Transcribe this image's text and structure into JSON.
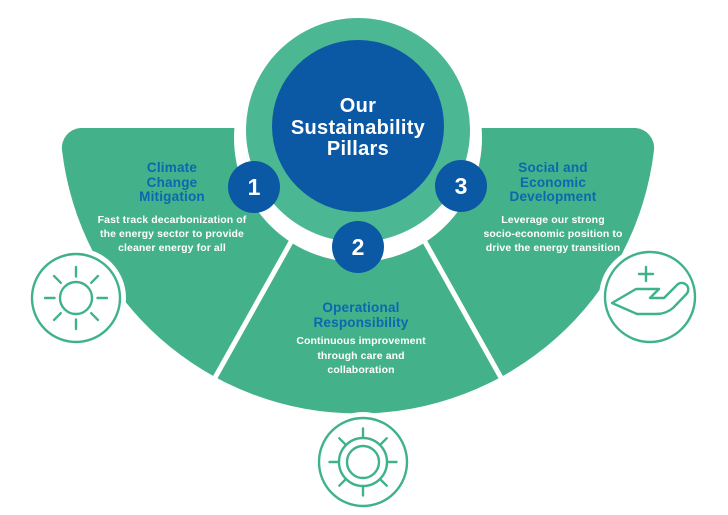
{
  "center": {
    "title": "Our\nSustainability\nPillars"
  },
  "pillars": [
    {
      "number": "1",
      "title": "Climate\nChange\nMitigation",
      "description": "Fast track decarbonization of\nthe energy sector to provide\ncleaner energy for all",
      "icon": "sun-icon"
    },
    {
      "number": "2",
      "title": "Operational\nResponsibility",
      "description": "Continuous improvement\nthrough care and\ncollaboration",
      "icon": "wheel-icon"
    },
    {
      "number": "3",
      "title": "Social and\nEconomic\nDevelopment",
      "description": "Leverage our strong\nsocio-economic position to\ndrive the energy transition",
      "icon": "hand-plus-icon"
    }
  ],
  "colors": {
    "fan_green": "#43B28B",
    "ring_green": "#4BB893",
    "icon_green": "#3FB28C",
    "circle_blue": "#0B58A4",
    "pillar_title_blue": "#0E66AE",
    "text_white": "#FFFFFF"
  }
}
